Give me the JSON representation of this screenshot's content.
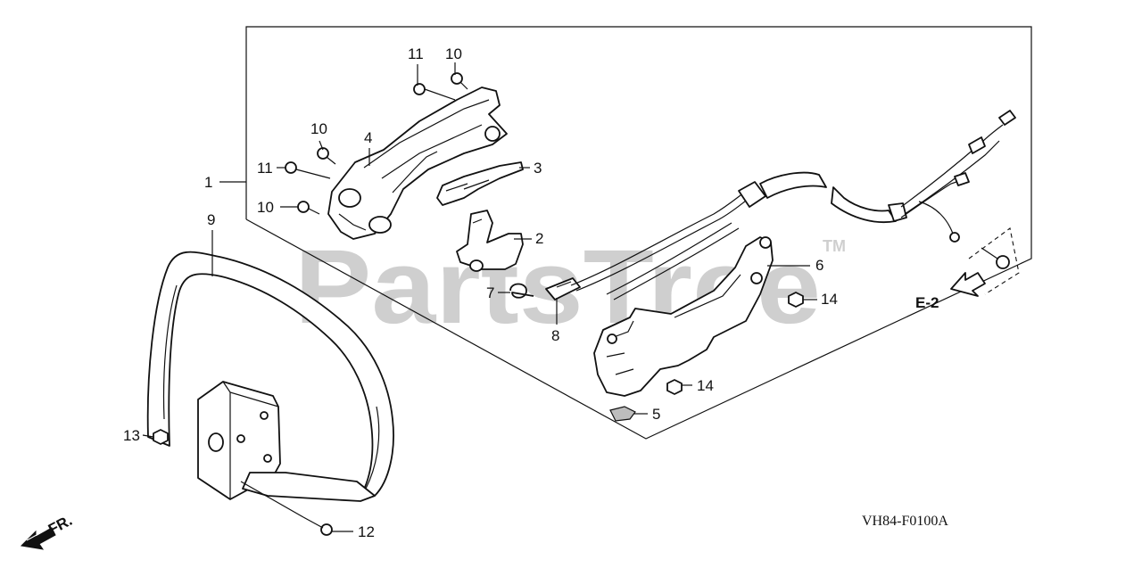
{
  "watermark": {
    "text": "PartsTree",
    "trademark": "TM"
  },
  "diagram_code": "VH84-F0100A",
  "reference_label": "E-2",
  "direction_label": "FR.",
  "callouts": [
    "1",
    "2",
    "3",
    "4",
    "5",
    "6",
    "7",
    "8",
    "9",
    "10",
    "10",
    "10",
    "11",
    "11",
    "12",
    "13",
    "14",
    "14"
  ],
  "colors": {
    "line": "#111111",
    "watermark": "#cfcfcf",
    "background": "#ffffff"
  },
  "icons": [
    "front-direction-arrow-icon",
    "reference-arrow-icon"
  ]
}
